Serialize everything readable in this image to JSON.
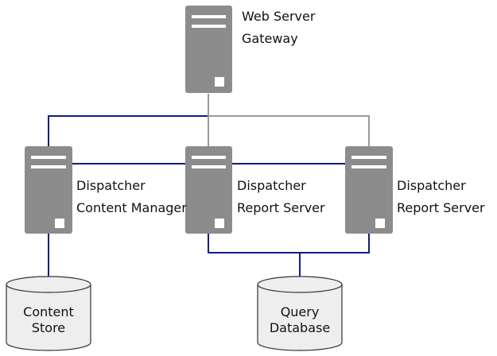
{
  "colors": {
    "server": "#8c8c8c",
    "blue_link": "#0d1f7a",
    "gray_link": "#9a9a9a",
    "database_fill": "#eeeeee"
  },
  "gateway": {
    "line1": "Web Server",
    "line2": "Gateway"
  },
  "dispatcher_cm": {
    "line1": "Dispatcher",
    "line2": "Content Manager"
  },
  "dispatcher_rs1": {
    "line1": "Dispatcher",
    "line2": "Report Server"
  },
  "dispatcher_rs2": {
    "line1": "Dispatcher",
    "line2": "Report Server"
  },
  "content_store": {
    "line1": "Content",
    "line2": "Store"
  },
  "query_database": {
    "line1": "Query",
    "line2": "Database"
  }
}
